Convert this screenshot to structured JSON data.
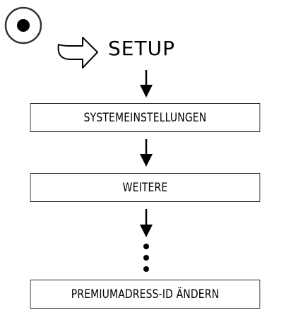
{
  "header": {
    "button_icon": "round-select-button-icon",
    "pointer_icon": "right-arrow-outline-icon",
    "title": "SETUP"
  },
  "steps": [
    {
      "label": "SYSTEMEINSTELLUNGEN"
    },
    {
      "label": "WEITERE"
    },
    {
      "label": "PREMIUMADRESS-ID ÄNDERN"
    }
  ]
}
